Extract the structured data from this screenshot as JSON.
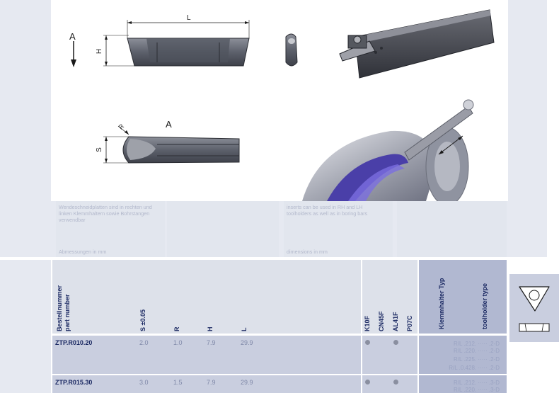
{
  "drawing": {
    "view_labels": [
      "A",
      "A"
    ],
    "dim_labels": {
      "length": "L",
      "height": "H",
      "width": "S",
      "radius": "R"
    }
  },
  "notes": {
    "de_text": "Wendeschneidplatten sind in rechten und linken Klemmhaltern sowie Bohrstangen verwendbar",
    "de_dims": "Abmessungen in mm",
    "en_text": "inserts can be used in RH and LH toolholders as well as in boring bars",
    "en_dims": "dimensions in mm"
  },
  "table": {
    "headers": {
      "part_number": [
        "Bestellnummer",
        "part number"
      ],
      "s": "S ±0.05",
      "r": "R",
      "h": "H",
      "l": "L",
      "grades": [
        "K10F",
        "CN45F",
        "AL41F",
        "P07C"
      ],
      "holder_de": "Klemmhalter Typ",
      "holder_en": "toolholder type"
    },
    "rows": [
      {
        "part": "ZTP.R010.20",
        "s": "2.0",
        "r": "1.0",
        "h": "7.9",
        "l": "29.9",
        "grades": [
          true,
          false,
          true,
          false
        ],
        "holders": [
          "R/L .212. ····· .2-D",
          "R/L .220. ····· .2-D",
          "R/L .225. ····· .2-D",
          "R/L .0.428. ····· .2-D"
        ]
      },
      {
        "part": "ZTP.R015.30",
        "s": "3.0",
        "r": "1.5",
        "h": "7.9",
        "l": "29.9",
        "grades": [
          true,
          false,
          true,
          false
        ],
        "holders": [
          "R/L .212. ····· .3-D",
          "R/L .220. ····· .3-D"
        ]
      }
    ]
  },
  "colors": {
    "header_bg": "#dde1ea",
    "row_bg": "#c9cedf",
    "side_tab": "#c9cedf",
    "text": "#1c2a63",
    "holder_col": "#b1b8d1"
  }
}
